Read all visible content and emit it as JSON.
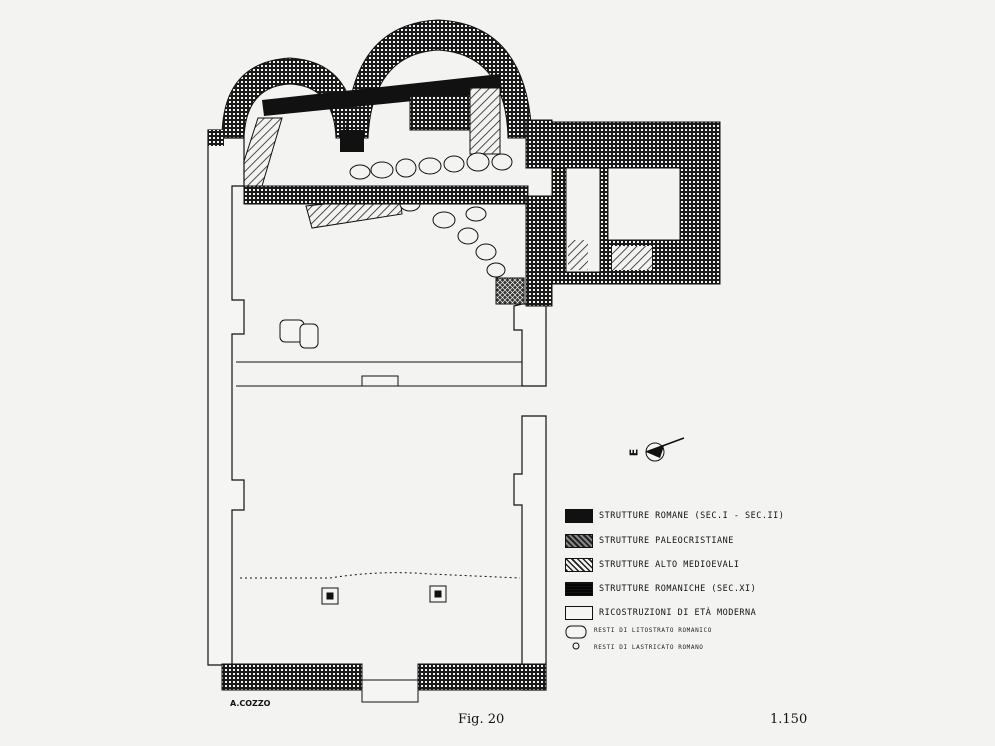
{
  "author": "A.COZZO",
  "caption": "Fig. 20",
  "scale": "1.150",
  "north_label": "E",
  "legend": [
    {
      "label": "STRUTTURE ROMANE (SEC.I - SEC.II)",
      "pattern": "solid-black"
    },
    {
      "label": "STRUTTURE PALEOCRISTIANE",
      "pattern": "crosshatch"
    },
    {
      "label": "STRUTTURE ALTO MEDIOEVALI",
      "pattern": "diagonal"
    },
    {
      "label": "STRUTTURE ROMANICHE (SEC.XI)",
      "pattern": "grid"
    },
    {
      "label": "RICOSTRUZIONI DI ETÀ MODERNA",
      "pattern": "white"
    }
  ],
  "small_legend": [
    {
      "label": "RESTI DI LITOSTRATO ROMANICO"
    },
    {
      "label": "RESTI DI LASTRICATO ROMANO"
    }
  ],
  "colors": {
    "ink": "#111111",
    "paper": "#f3f3f1"
  }
}
